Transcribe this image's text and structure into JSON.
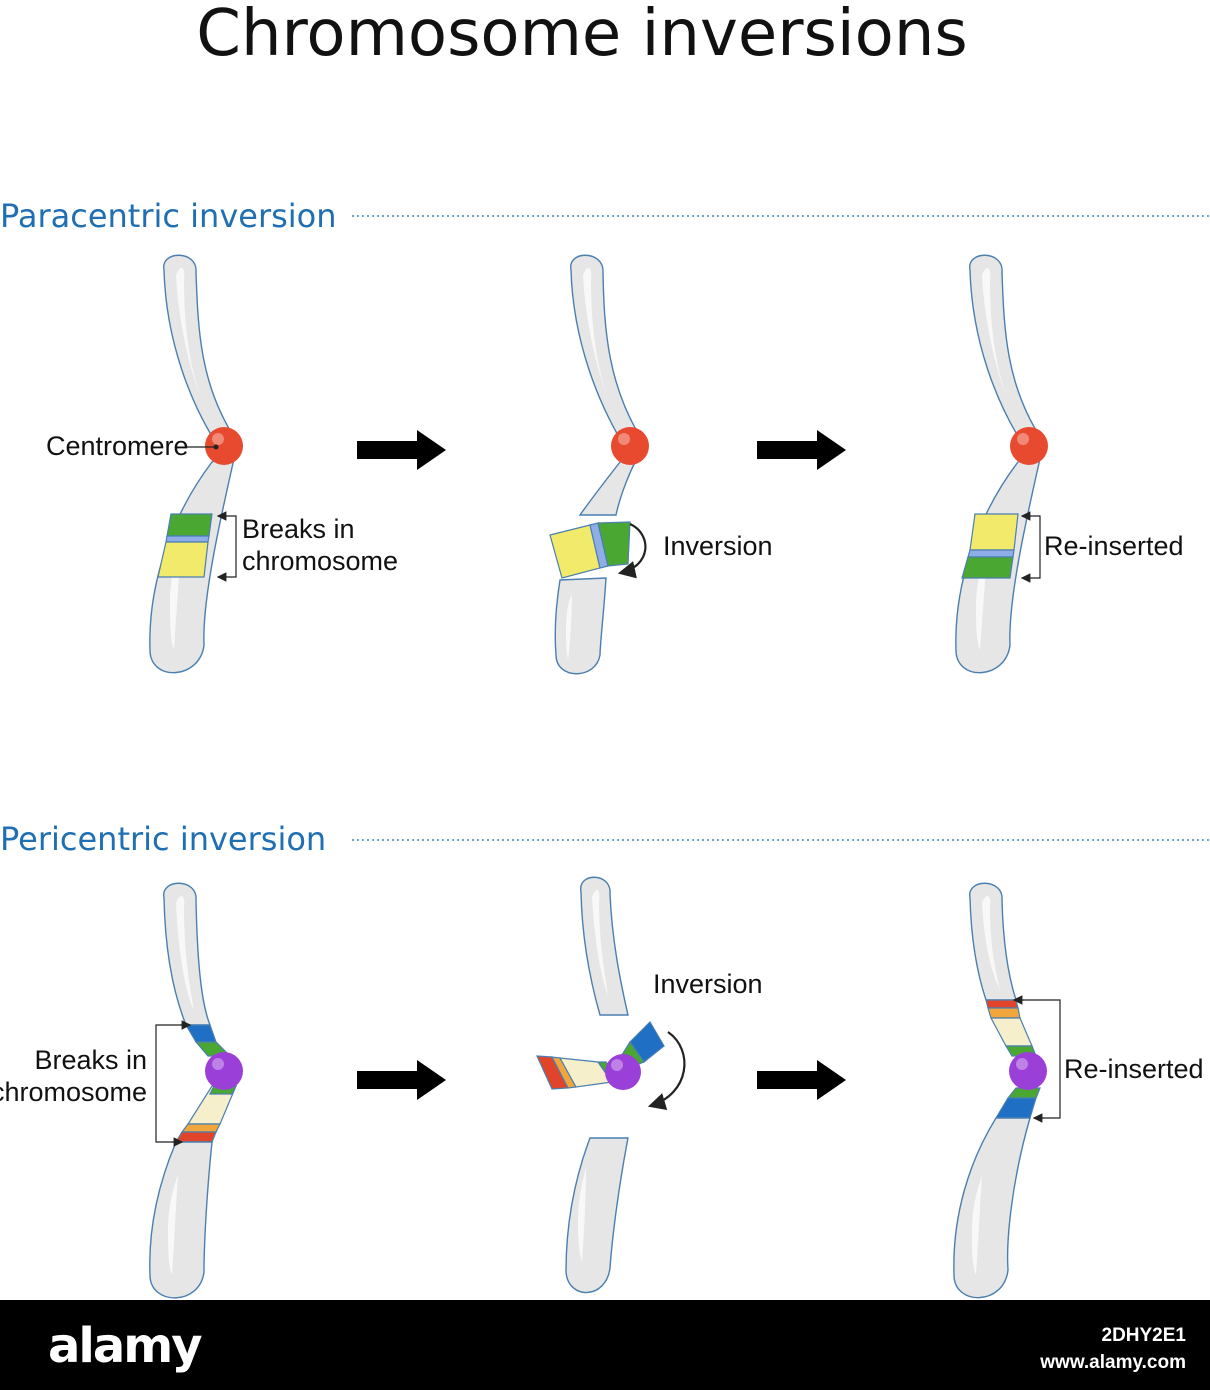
{
  "title": "Chromosome inversions",
  "colors": {
    "section_heading": "#1f6fb2",
    "centromere_paracentric": "#e84a2f",
    "centromere_pericentric": "#9b3fd9",
    "chromosome_fill": "#e6e6e6",
    "chromosome_outline": "#4a7fb0",
    "band_green": "#4aa832",
    "band_blue": "#8faee8",
    "band_yellow": "#f2ea6a",
    "band_cream": "#f6efcc",
    "band_orange": "#f0a63a",
    "band_red": "#e0442a",
    "band_dark_blue": "#1f6fc4"
  },
  "sections": {
    "paracentric": {
      "heading": "Paracentric inversion",
      "labels": {
        "centromere": "Centromere",
        "breaks_line1": "Breaks in",
        "breaks_line2": "chromosome",
        "inversion": "Inversion",
        "reinserted": "Re-inserted"
      }
    },
    "pericentric": {
      "heading": "Pericentric inversion",
      "labels": {
        "breaks_line1": "Breaks in",
        "breaks_line2": "chromosome",
        "inversion": "Inversion",
        "reinserted": "Re-inserted"
      }
    }
  },
  "footer": {
    "logo": "alamy",
    "image_id": "2DHY2E1",
    "site": "www.alamy.com"
  }
}
